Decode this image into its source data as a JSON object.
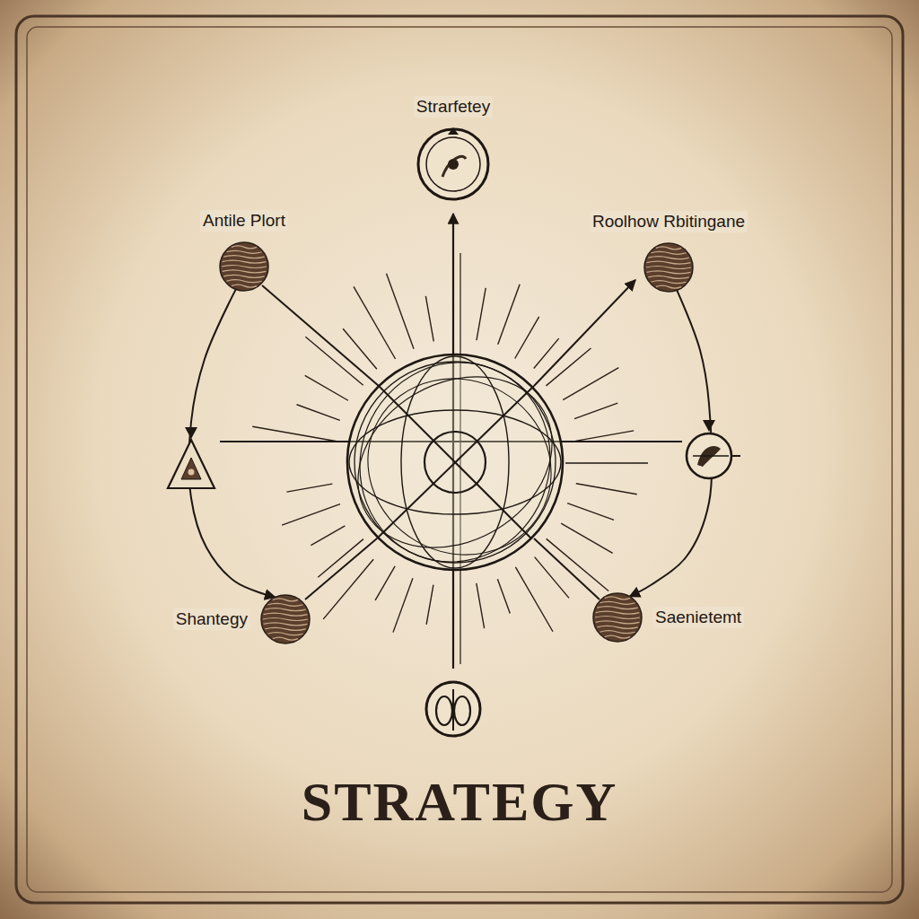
{
  "diagram": {
    "title": "STRATEGY",
    "nodes": [
      {
        "text": [
          "Strarfetey"
        ]
      },
      {
        "text": [
          "Antile Plort"
        ]
      },
      {
        "text": [
          "Roolhow Rbitingane"
        ]
      },
      {
        "text": [
          "Shantegy"
        ]
      },
      {
        "text": [
          "Saenietemt"
        ]
      }
    ],
    "edges": [
      {
        "from": 1,
        "to": 3,
        "arrow": "to"
      },
      {
        "from": 2,
        "to": 4,
        "arrow": "to"
      }
    ]
  }
}
